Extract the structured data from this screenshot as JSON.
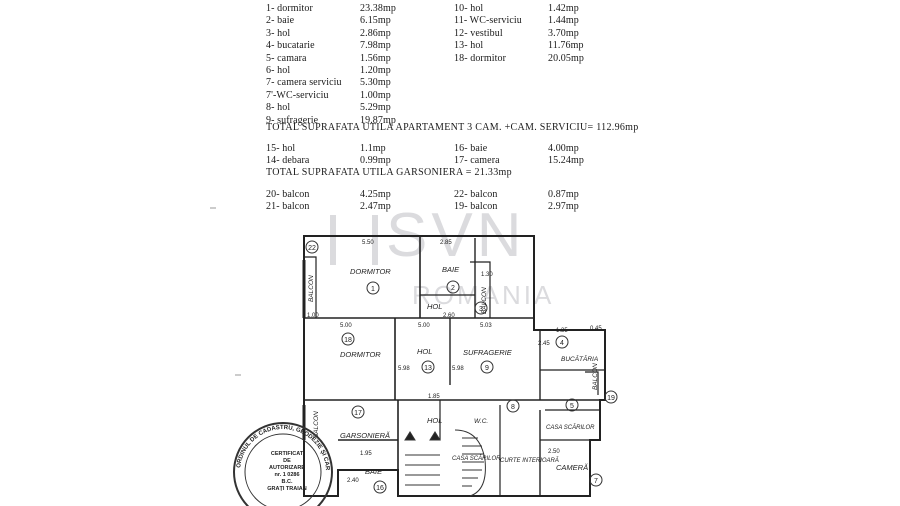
{
  "rooms_left": [
    {
      "name": "1- dormitor",
      "area": "23.38mp"
    },
    {
      "name": "2- baie",
      "area": "6.15mp"
    },
    {
      "name": "3- hol",
      "area": "2.86mp"
    },
    {
      "name": "4- bucatarie",
      "area": "7.98mp"
    },
    {
      "name": "5- camara",
      "area": "1.56mp"
    },
    {
      "name": "6- hol",
      "area": "1.20mp"
    },
    {
      "name": "7- camera serviciu",
      "area": "5.30mp"
    },
    {
      "name": "7'-WC-serviciu",
      "area": "1.00mp"
    },
    {
      "name": "8- hol",
      "area": "5.29mp"
    },
    {
      "name": "9- sufragerie",
      "area": "19.87mp"
    }
  ],
  "rooms_right": [
    {
      "name": "10- hol",
      "area": "1.42mp"
    },
    {
      "name": "11- WC-serviciu",
      "area": "1.44mp"
    },
    {
      "name": "12- vestibul",
      "area": "3.70mp"
    },
    {
      "name": "13- hol",
      "area": "11.76mp"
    },
    {
      "name": "18- dormitor",
      "area": "20.05mp"
    }
  ],
  "total_apartment": "TOTAL SUPRAFATA UTILA APARTAMENT 3 CAM. +CAM. SERVICIU= 112.96mp",
  "garsoniera_left": [
    {
      "name": "15- hol",
      "area": "1.1mp"
    },
    {
      "name": "14- debara",
      "area": "0.99mp"
    }
  ],
  "garsoniera_right": [
    {
      "name": "16- baie",
      "area": "4.00mp"
    },
    {
      "name": "17- camera",
      "area": "15.24mp"
    }
  ],
  "total_garsoniera": "TOTAL SUPRAFATA UTILA  GARSONIERA = 21.33mp",
  "balcony_left": [
    {
      "name": "20- balcon",
      "area": "4.25mp"
    },
    {
      "name": "21- balcon",
      "area": "2.47mp"
    }
  ],
  "balcony_right": [
    {
      "name": "22- balcon",
      "area": "0.87mp"
    },
    {
      "name": "19- balcon",
      "area": "2.97mp"
    }
  ],
  "watermark": {
    "brand": "SVN",
    "sub": "ROMANIA"
  },
  "plan_labels": {
    "dormitor": "DORMITOR",
    "baie": "BAIE",
    "balcon": "BALCON",
    "hol": "HOL",
    "sufragerie": "SUFRAGERIE",
    "bucataria": "BUCĂTĂRIA",
    "garsoniera": "GARSONIERĂ",
    "wc": "W.C.",
    "casa_scarilor": "CASA SCĂRILOR",
    "curte_interioara": "CURTE INTERIOARĂ",
    "camera": "CAMERĂ"
  },
  "dimensions": {
    "d550": "5.50",
    "d285": "2.85",
    "d500": "5.00",
    "d260": "2.60",
    "d503": "5.03",
    "d598": "5.98",
    "d185": "1.85",
    "d195": "1.95",
    "d250": "2.50",
    "d245": "2.45",
    "d240": "2.40",
    "d130": "1.30",
    "d135": "1.35",
    "d100": "1.00",
    "d045": "0.45"
  },
  "room_numbers": {
    "n1": "1",
    "n2": "2",
    "n3": "3",
    "n4": "4",
    "n5": "5",
    "n7": "7",
    "n8": "8",
    "n9": "9",
    "n13": "13",
    "n16": "16",
    "n17": "17",
    "n18": "18",
    "n22": "22",
    "n19": "19"
  },
  "stamp": {
    "ring_text": "ORDINUL DE CADASTRU, GEODEZIE ȘI CARTOGRAFIE",
    "center_lines": [
      "CERTIFICAT",
      "DE",
      "AUTORIZARE",
      "nr. 1 0286",
      "B.C.",
      "GRAȚI TRAIAN"
    ]
  }
}
